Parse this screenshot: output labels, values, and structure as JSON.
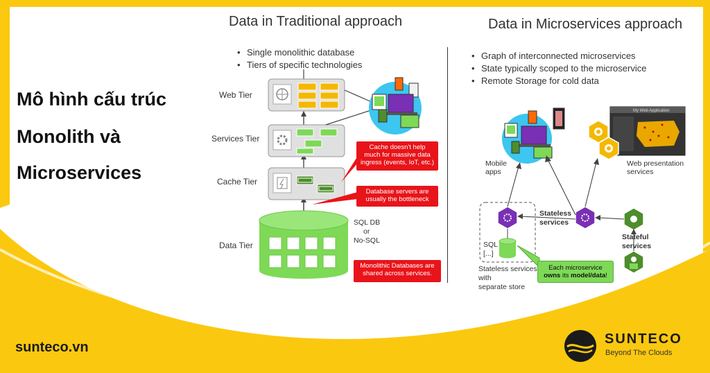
{
  "page": {
    "title_lines": [
      "Mô hình cấu trúc",
      "Monolith và",
      "Microservices"
    ],
    "website": "sunteco.vn",
    "brand": {
      "name": "SUNTECO",
      "tagline": "Beyond The Clouds"
    }
  },
  "traditional": {
    "heading": "Data in Traditional approach",
    "bullets": [
      "Single monolithic database",
      "Tiers of specific technologies"
    ],
    "tiers": [
      "Web Tier",
      "Services Tier",
      "Cache Tier",
      "Data Tier"
    ],
    "db_label_lines": [
      "SQL DB",
      "or",
      "No-SQL"
    ],
    "callouts": [
      [
        "Cache doesn't help",
        "much for massive data",
        "ingress (events, IoT, etc.)"
      ],
      [
        "Database servers are",
        "usually the bottleneck"
      ],
      [
        "Monolithic Databases are",
        "shared across services."
      ]
    ]
  },
  "microservices": {
    "heading": "Data in Microservices approach",
    "bullets": [
      "Graph of interconnected microservices",
      "State typically scoped to the microservice",
      "Remote Storage for cold data"
    ],
    "mobile_label_lines": [
      "Mobile",
      "apps"
    ],
    "web_label_lines": [
      "Web presentation",
      "services"
    ],
    "web_app_title": "My Web Application",
    "stateless_label_lines": [
      "Stateless",
      "services"
    ],
    "stateful_label_lines": [
      "Stateful",
      "services"
    ],
    "sql_label_lines": [
      "SQL",
      "[...]"
    ],
    "separate_store_lines": [
      "Stateless services",
      "with",
      "separate store"
    ],
    "note_line1": "Each microservice",
    "note_bold1": "owns",
    "note_mid": " its ",
    "note_bold2": "model/data",
    "note_end": "!"
  },
  "colors": {
    "accent_yellow": "#fbc810",
    "hex_purple": "#7a2fb5",
    "hex_green": "#4e8d2c",
    "hex_yellow": "#f5b800",
    "callout_red": "#e8141a",
    "db_green": "#7ed957"
  }
}
